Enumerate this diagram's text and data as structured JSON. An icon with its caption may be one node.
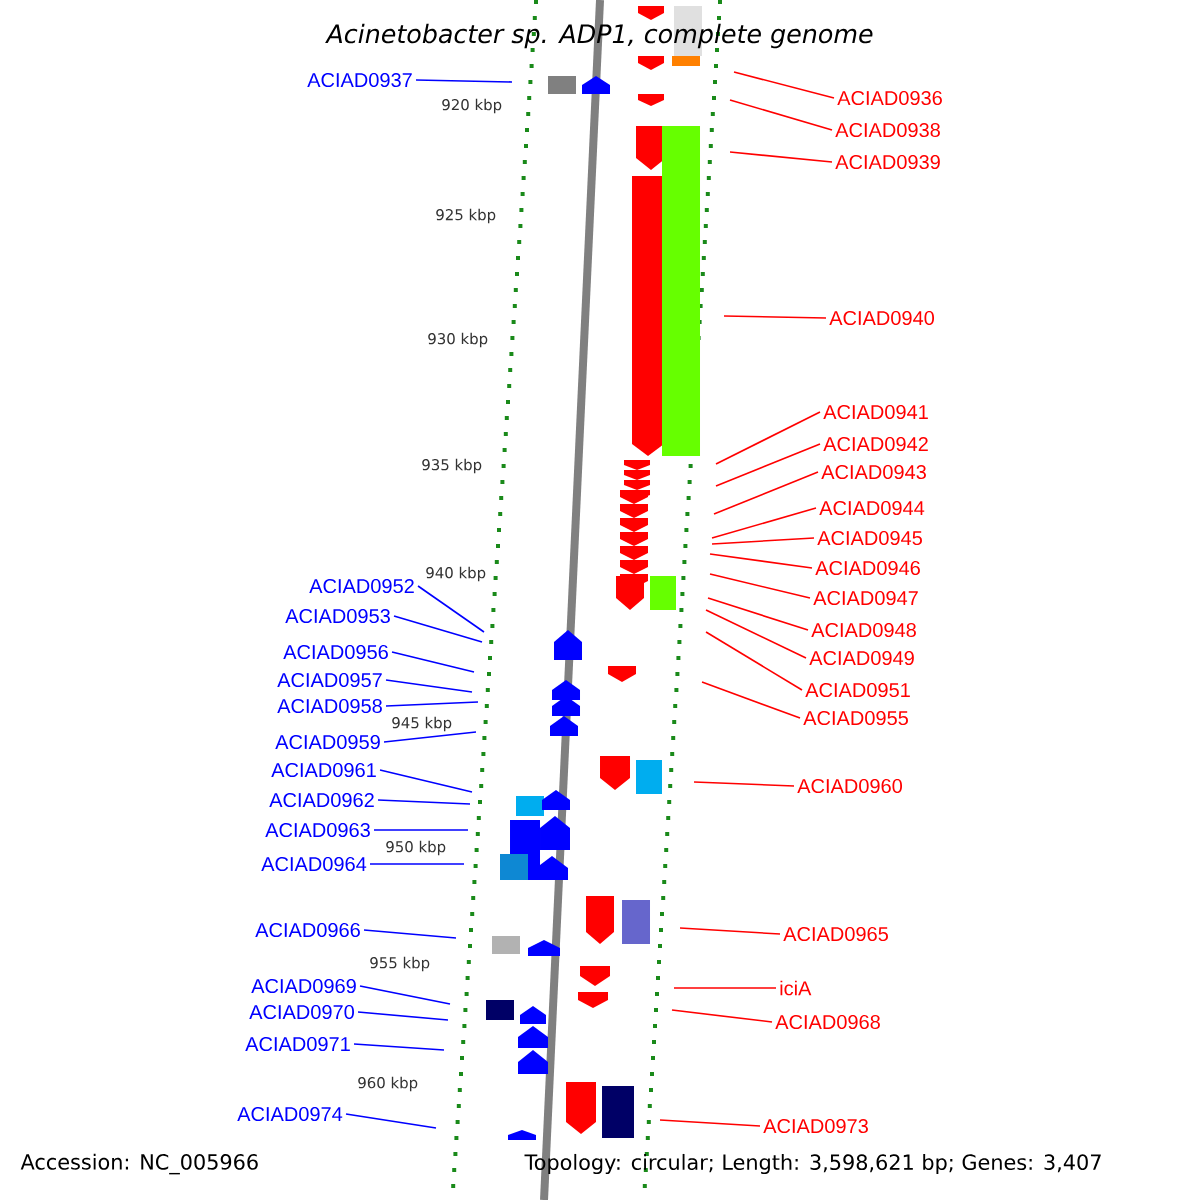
{
  "diagram": {
    "title": "Acinetobacter sp. ADP1, complete genome",
    "nodes": [
      {
        "text": [
          "ACIAD0936"
        ]
      },
      {
        "text": [
          "ACIAD0938"
        ]
      },
      {
        "text": [
          "ACIAD0939"
        ]
      },
      {
        "text": [
          "ACIAD0940"
        ]
      },
      {
        "text": [
          "ACIAD0941"
        ]
      },
      {
        "text": [
          "ACIAD0942"
        ]
      },
      {
        "text": [
          "ACIAD0943"
        ]
      },
      {
        "text": [
          "ACIAD0944"
        ]
      },
      {
        "text": [
          "ACIAD0945"
        ]
      },
      {
        "text": [
          "ACIAD0946"
        ]
      },
      {
        "text": [
          "ACIAD0947"
        ]
      },
      {
        "text": [
          "ACIAD0948"
        ]
      },
      {
        "text": [
          "ACIAD0949"
        ]
      },
      {
        "text": [
          "ACIAD0951"
        ]
      },
      {
        "text": [
          "ACIAD0955"
        ]
      },
      {
        "text": [
          "ACIAD0960"
        ]
      },
      {
        "text": [
          "ACIAD0965"
        ]
      },
      {
        "text": [
          "iciA"
        ]
      },
      {
        "text": [
          "ACIAD0968"
        ]
      },
      {
        "text": [
          "ACIAD0973"
        ]
      },
      {
        "text": [
          "ACIAD0937"
        ]
      },
      {
        "text": [
          "ACIAD0952"
        ]
      },
      {
        "text": [
          "ACIAD0953"
        ]
      },
      {
        "text": [
          "ACIAD0956"
        ]
      },
      {
        "text": [
          "ACIAD0957"
        ]
      },
      {
        "text": [
          "ACIAD0958"
        ]
      },
      {
        "text": [
          "ACIAD0959"
        ]
      },
      {
        "text": [
          "ACIAD0961"
        ]
      },
      {
        "text": [
          "ACIAD0962"
        ]
      },
      {
        "text": [
          "ACIAD0963"
        ]
      },
      {
        "text": [
          "ACIAD0964"
        ]
      },
      {
        "text": [
          "ACIAD0966"
        ]
      },
      {
        "text": [
          "ACIAD0969"
        ]
      },
      {
        "text": [
          "ACIAD0970"
        ]
      },
      {
        "text": [
          "ACIAD0971"
        ]
      },
      {
        "text": [
          "ACIAD0974"
        ]
      }
    ],
    "edges": [
      {
        "from": 0,
        "to": null,
        "arrow": "none"
      },
      {
        "from": 1,
        "to": null,
        "arrow": "none"
      },
      {
        "from": 2,
        "to": null,
        "arrow": "none"
      },
      {
        "from": 3,
        "to": null,
        "arrow": "none"
      },
      {
        "from": 4,
        "to": null,
        "arrow": "none"
      },
      {
        "from": 5,
        "to": null,
        "arrow": "none"
      },
      {
        "from": 6,
        "to": null,
        "arrow": "none"
      },
      {
        "from": 7,
        "to": null,
        "arrow": "none"
      },
      {
        "from": 8,
        "to": null,
        "arrow": "none"
      },
      {
        "from": 9,
        "to": null,
        "arrow": "none"
      },
      {
        "from": 10,
        "to": null,
        "arrow": "none"
      },
      {
        "from": 11,
        "to": null,
        "arrow": "none"
      },
      {
        "from": 12,
        "to": null,
        "arrow": "none"
      },
      {
        "from": 13,
        "to": null,
        "arrow": "none"
      },
      {
        "from": 14,
        "to": null,
        "arrow": "none"
      },
      {
        "from": 15,
        "to": null,
        "arrow": "none"
      },
      {
        "from": 16,
        "to": null,
        "arrow": "none"
      },
      {
        "from": 17,
        "to": null,
        "arrow": "none"
      },
      {
        "from": 18,
        "to": null,
        "arrow": "none"
      },
      {
        "from": 19,
        "to": null,
        "arrow": "none"
      },
      {
        "from": 20,
        "to": null,
        "arrow": "none",
        "color": "#0000ff"
      },
      {
        "from": 21,
        "to": null,
        "arrow": "none",
        "color": "#0000ff"
      },
      {
        "from": 22,
        "to": null,
        "arrow": "none",
        "color": "#0000ff"
      },
      {
        "from": 23,
        "to": null,
        "arrow": "none",
        "color": "#0000ff"
      },
      {
        "from": 24,
        "to": null,
        "arrow": "none",
        "color": "#0000ff"
      },
      {
        "from": 25,
        "to": null,
        "arrow": "none",
        "color": "#0000ff"
      },
      {
        "from": 26,
        "to": null,
        "arrow": "none",
        "color": "#0000ff"
      },
      {
        "from": 27,
        "to": null,
        "arrow": "none",
        "color": "#0000ff"
      },
      {
        "from": 28,
        "to": null,
        "arrow": "none",
        "color": "#0000ff"
      },
      {
        "from": 29,
        "to": null,
        "arrow": "none",
        "color": "#0000ff"
      },
      {
        "from": 30,
        "to": null,
        "arrow": "none",
        "color": "#0000ff"
      },
      {
        "from": 31,
        "to": null,
        "arrow": "none",
        "color": "#0000ff"
      },
      {
        "from": 32,
        "to": null,
        "arrow": "none",
        "color": "#0000ff"
      },
      {
        "from": 33,
        "to": null,
        "arrow": "none",
        "color": "#0000ff"
      },
      {
        "from": 34,
        "to": null,
        "arrow": "none",
        "color": "#0000ff"
      },
      {
        "from": 35,
        "to": null,
        "arrow": "none",
        "color": "#0000ff"
      }
    ],
    "labels": [
      "920 kbp",
      "925 kbp",
      "930 kbp",
      "935 kbp",
      "940 kbp",
      "945 kbp",
      "950 kbp",
      "955 kbp",
      "960 kbp",
      "Accession: NC_005966",
      "Topology: circular; Length: 3,598,621 bp; Genes: 3,407"
    ]
  }
}
